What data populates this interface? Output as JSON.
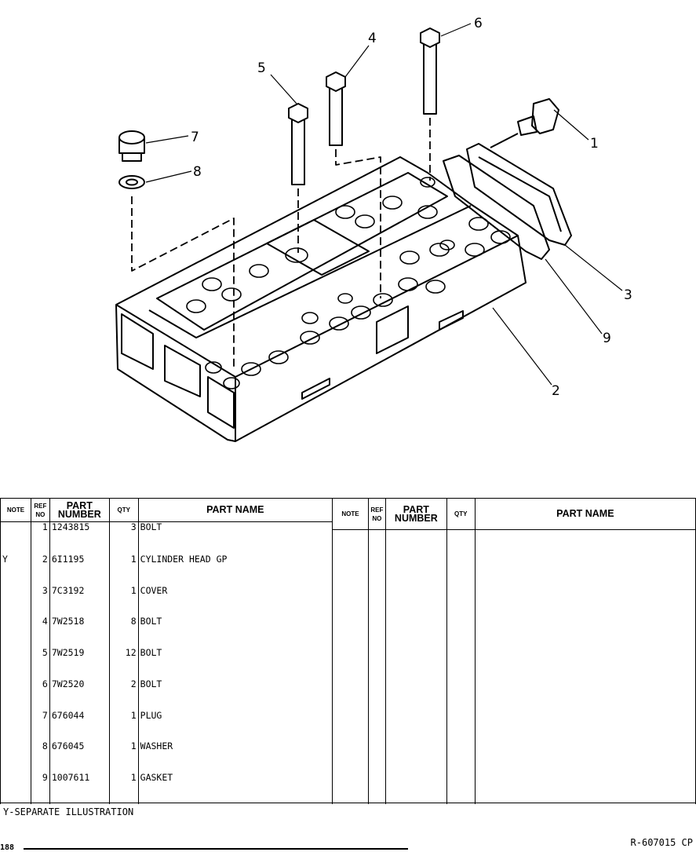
{
  "illustration": {
    "callouts": [
      "1",
      "2",
      "3",
      "4",
      "5",
      "6",
      "7",
      "8",
      "9"
    ]
  },
  "table_left": {
    "headers": {
      "note": "NOTE",
      "ref": "REF NO",
      "part_number": "PART NUMBER",
      "qty": "QTY",
      "part_name": "PART NAME"
    },
    "rows": [
      {
        "note": "",
        "ref": "1",
        "part_number": "1243815",
        "qty": "3",
        "name": "BOLT"
      },
      {
        "note": "Y",
        "ref": "2",
        "part_number": "6I1195",
        "qty": "1",
        "name": "CYLINDER HEAD GP"
      },
      {
        "note": "",
        "ref": "3",
        "part_number": "7C3192",
        "qty": "1",
        "name": "COVER"
      },
      {
        "note": "",
        "ref": "4",
        "part_number": "7W2518",
        "qty": "8",
        "name": "BOLT"
      },
      {
        "note": "",
        "ref": "5",
        "part_number": "7W2519",
        "qty": "12",
        "name": "BOLT"
      },
      {
        "note": "",
        "ref": "6",
        "part_number": "7W2520",
        "qty": "2",
        "name": "BOLT"
      },
      {
        "note": "",
        "ref": "7",
        "part_number": "676044",
        "qty": "1",
        "name": "PLUG"
      },
      {
        "note": "",
        "ref": "8",
        "part_number": "676045",
        "qty": "1",
        "name": "WASHER"
      },
      {
        "note": "",
        "ref": "9",
        "part_number": "1007611",
        "qty": "1",
        "name": "GASKET"
      }
    ]
  },
  "table_right": {
    "headers": {
      "note": "NOTE",
      "ref": "REF NO",
      "part_number": "PART NUMBER",
      "qty": "QTY",
      "part_name": "PART NAME"
    }
  },
  "footnote": "Y-SEPARATE ILLUSTRATION",
  "drawing_number": "R-607015 CP",
  "page_number": "188"
}
